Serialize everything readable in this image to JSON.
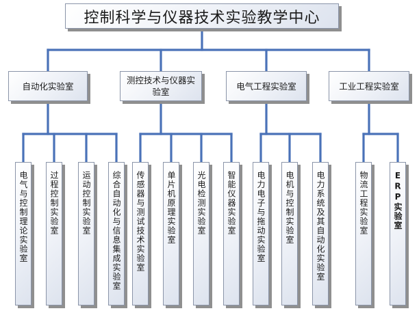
{
  "title": "控制科学与仪器技术实验教学中心",
  "categories": [
    {
      "name": "自动化实验室",
      "labs": [
        "电气与控制理论实验室",
        "过程控制实验室",
        "运动控制实验室",
        "综合自动化与信息集成实验室"
      ]
    },
    {
      "name": "测控技术与仪器实验室",
      "labs": [
        "传感器与测试技术实验室",
        "单片机原理实验室",
        "光电检测实验室",
        "智能仪器实验室"
      ]
    },
    {
      "name": "电气工程实验室",
      "labs": [
        "电力电子与拖动实验室",
        "电机与控制实验室",
        "电力系统及其自动化实验室"
      ]
    },
    {
      "name": "工业工程实验室",
      "labs": [
        "物流工程实验室",
        "ERP实验室"
      ]
    }
  ],
  "colors": {
    "connector": "#4a72b8",
    "box_border": "#8a94a8",
    "shadow": "#8f8f8f"
  }
}
